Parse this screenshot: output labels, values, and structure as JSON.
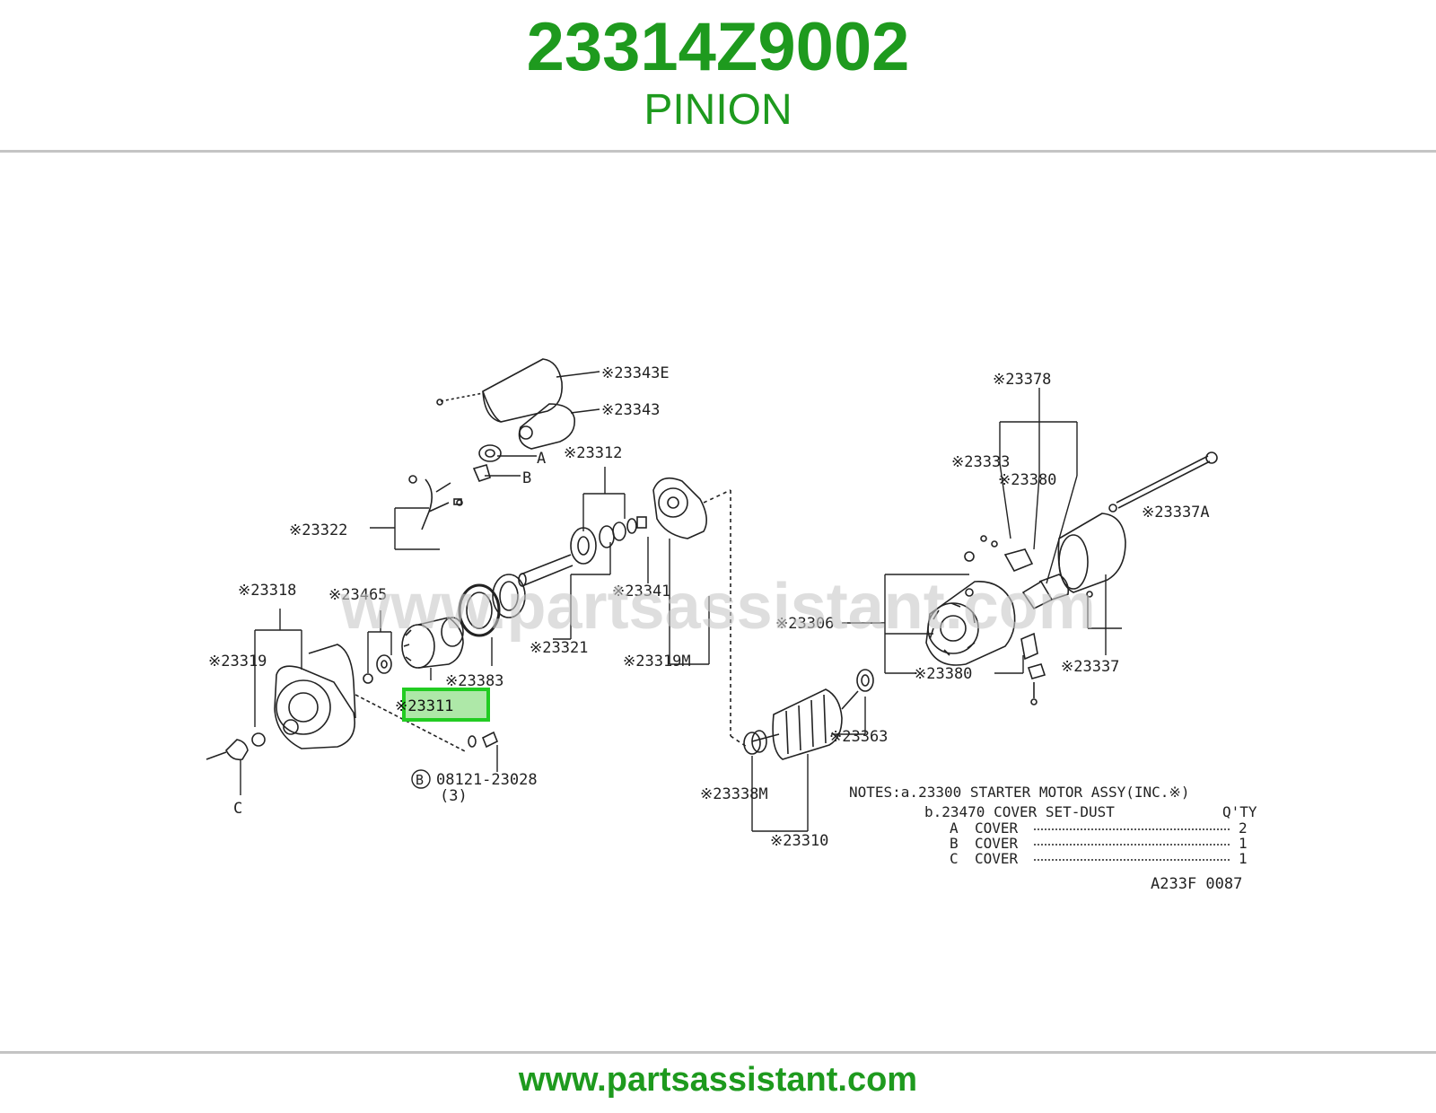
{
  "header": {
    "part_number": "23314Z9002",
    "part_name": "PINION"
  },
  "watermark": "www.partsassistant.com",
  "footer": {
    "url": "www.partsassistant.com"
  },
  "colors": {
    "brand_green": "#1e9a1e",
    "highlight_green": "#22cc22",
    "highlight_fill": "#aee8a8",
    "line": "#222222",
    "rule": "#c4c4c4"
  },
  "diagram": {
    "callouts": {
      "c23343E": "※23343E",
      "c23343": "※23343",
      "cA": "A",
      "cB": "B",
      "c23312": "※23312",
      "c23322": "※23322",
      "c23318": "※23318",
      "c23465": "※23465",
      "c23319": "※23319",
      "c23383": "※23383",
      "c23311": "※23311",
      "c23341": "※23341",
      "c23321": "※23321",
      "c23319M": "※23319M",
      "cC": "C",
      "c08121": "08121-23028",
      "c08121_b": "B",
      "c08121_qty": "(3)",
      "c23378": "※23378",
      "c23333": "※23333",
      "c23380a": "※23380",
      "c23337A": "※23337A",
      "c23306": "※23306",
      "c23380b": "※23380",
      "c23337": "※23337",
      "c23363": "※23363",
      "c23338M": "※23338M",
      "c23310": "※23310"
    },
    "notes": {
      "line_a": "NOTES:a.23300 STARTER MOTOR ASSY(INC.※)",
      "line_b": "b.23470 COVER SET-DUST",
      "qty_header": "Q'TY",
      "rows": [
        {
          "key": "A",
          "name": "COVER",
          "qty": "2"
        },
        {
          "key": "B",
          "name": "COVER",
          "qty": "1"
        },
        {
          "key": "C",
          "name": "COVER",
          "qty": "1"
        }
      ]
    },
    "drawing_code": "A233F 0087"
  }
}
